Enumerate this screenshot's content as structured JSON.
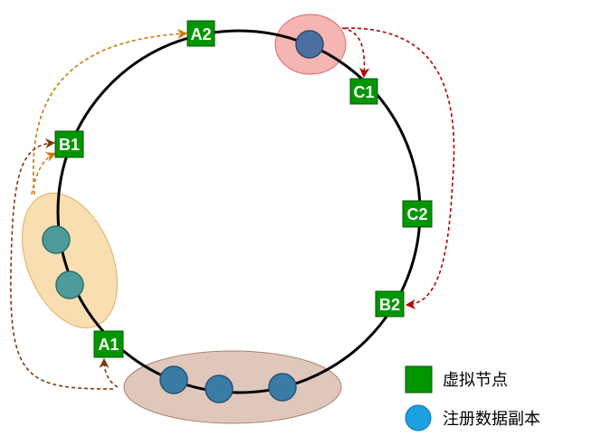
{
  "virtual_nodes": [
    {
      "id": "A2",
      "label": "A2"
    },
    {
      "id": "C1",
      "label": "C1"
    },
    {
      "id": "B1",
      "label": "B1"
    },
    {
      "id": "C2",
      "label": "C2"
    },
    {
      "id": "B2",
      "label": "B2"
    },
    {
      "id": "A1",
      "label": "A1"
    }
  ],
  "legend": {
    "virtual_node_label": "虚拟节点",
    "replica_label": "注册数据副本"
  },
  "colors": {
    "node_fill": "#009600",
    "node_stroke": "#005500",
    "replica_fill": "#3a7ca5",
    "legend_replica_fill": "#1ba1e2",
    "group_red": "#f19c99",
    "group_orange": "#f5d08f",
    "group_brown": "#c9a190",
    "arrow_orange": "#cc7a00",
    "arrow_red": "#b20000",
    "arrow_brown": "#7a3a10"
  }
}
